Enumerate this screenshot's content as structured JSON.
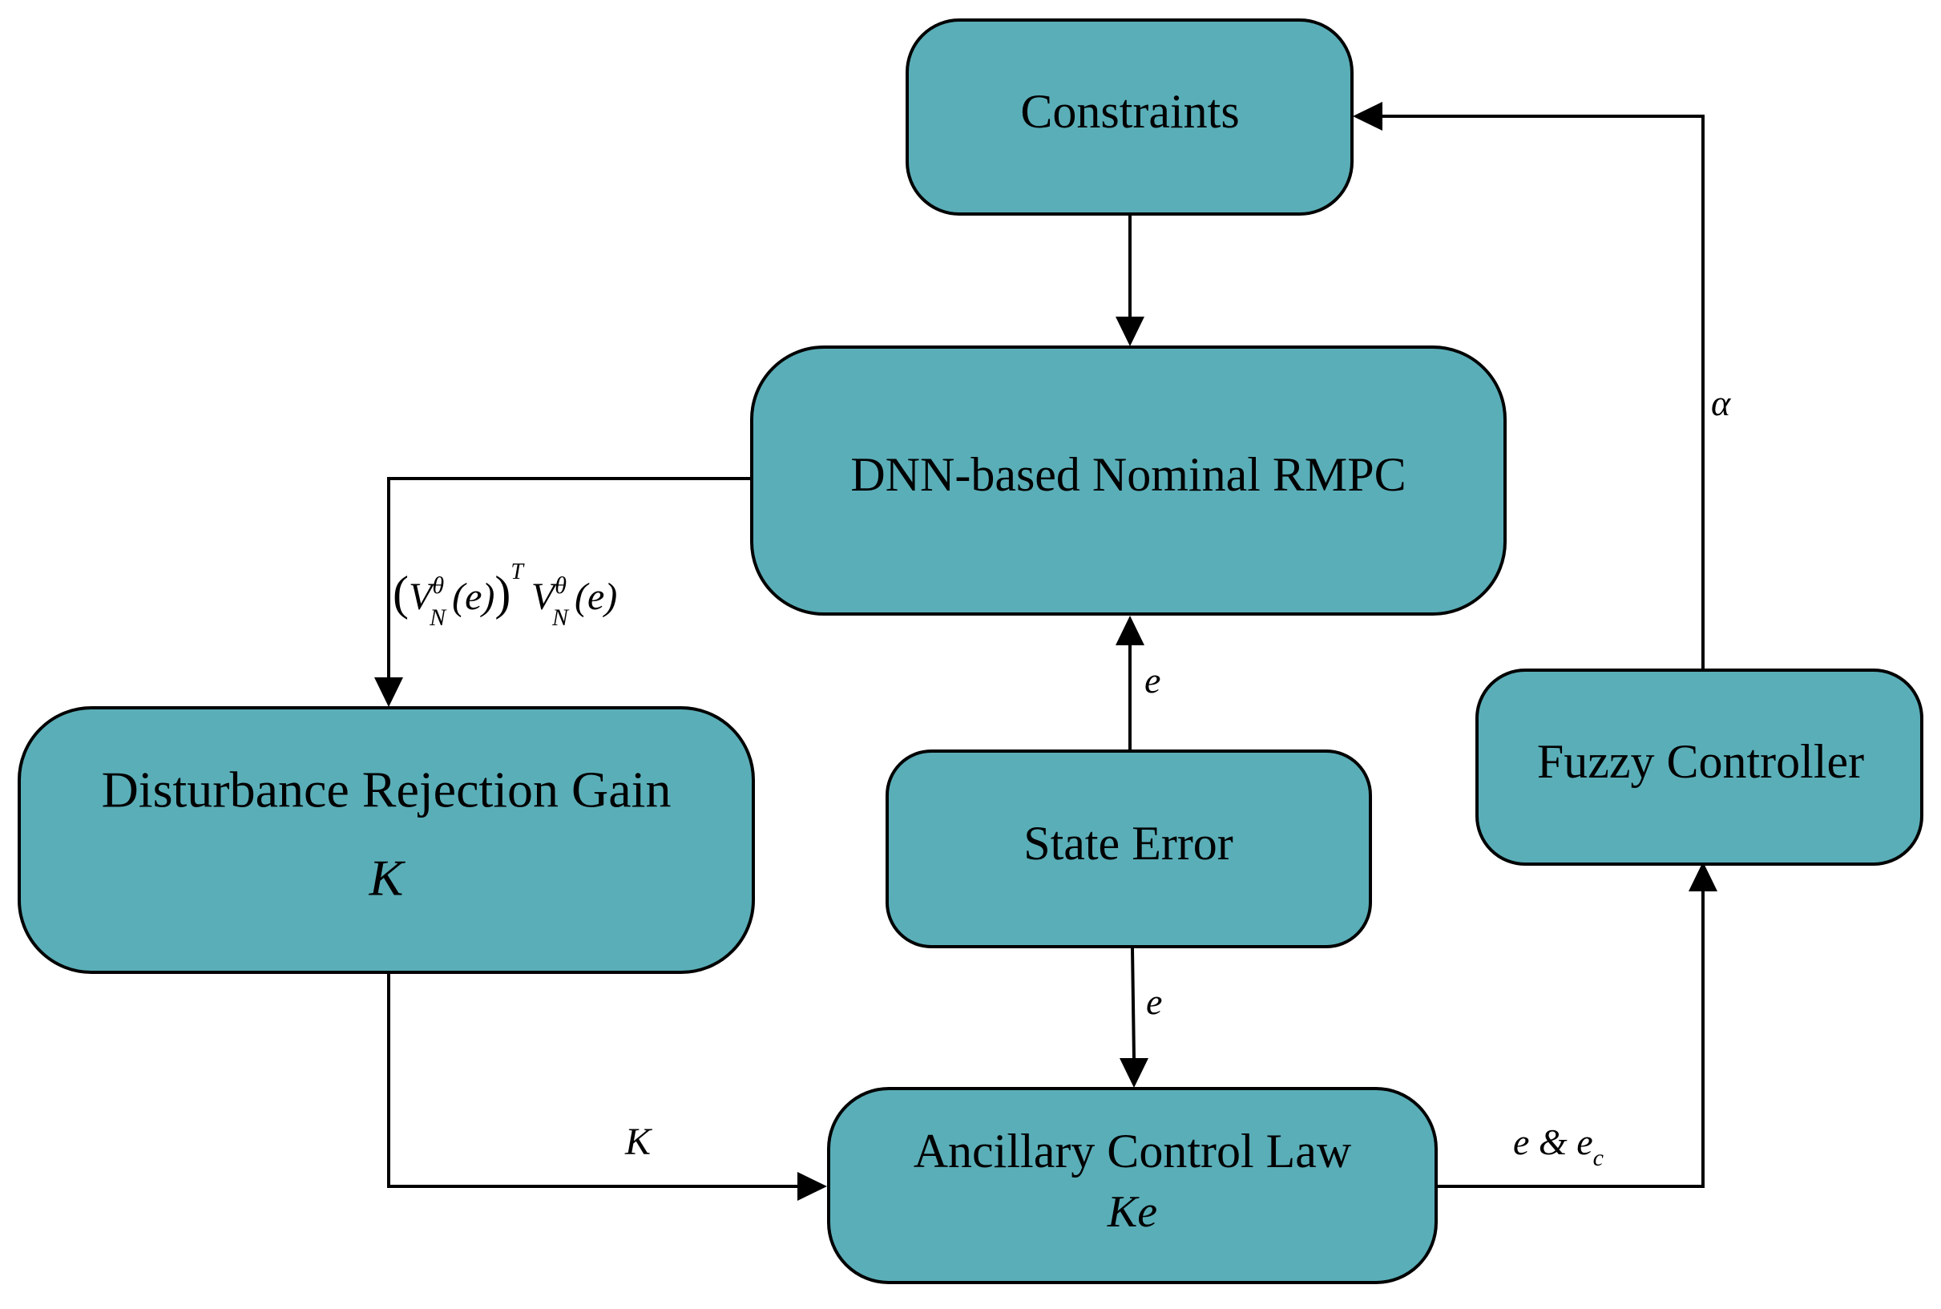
{
  "nodes": {
    "constraints": {
      "label": "Constraints"
    },
    "nominal_rmpc": {
      "label": "DNN-based Nominal RMPC"
    },
    "disturbance_gain": {
      "label": "Disturbance Rejection Gain",
      "symbol": "K"
    },
    "state_error": {
      "label": "State Error"
    },
    "fuzzy_controller": {
      "label": "Fuzzy Controller"
    },
    "ancillary_law": {
      "label": "Ancillary Control Law",
      "symbol": "Ke"
    }
  },
  "edges": {
    "constraints_to_rmpc": {
      "label": ""
    },
    "fuzzy_to_constraints": {
      "label": "α"
    },
    "rmpc_to_gain": {
      "open": "(",
      "V1": "V",
      "sup1": "θ",
      "sub1": "N",
      "arg1": "(e)",
      "close": ")",
      "T": "T",
      "V2": "V",
      "sup2": "θ",
      "sub2": "N",
      "arg2": "(e)"
    },
    "error_to_rmpc": {
      "label": "e"
    },
    "error_to_ancillary": {
      "label": "e"
    },
    "gain_to_ancillary": {
      "label": "K"
    },
    "ancillary_to_fuzzy": {
      "main": "e & e",
      "sub": "c"
    }
  },
  "colors": {
    "box_fill": "#5aaeb8",
    "stroke": "#000000"
  }
}
